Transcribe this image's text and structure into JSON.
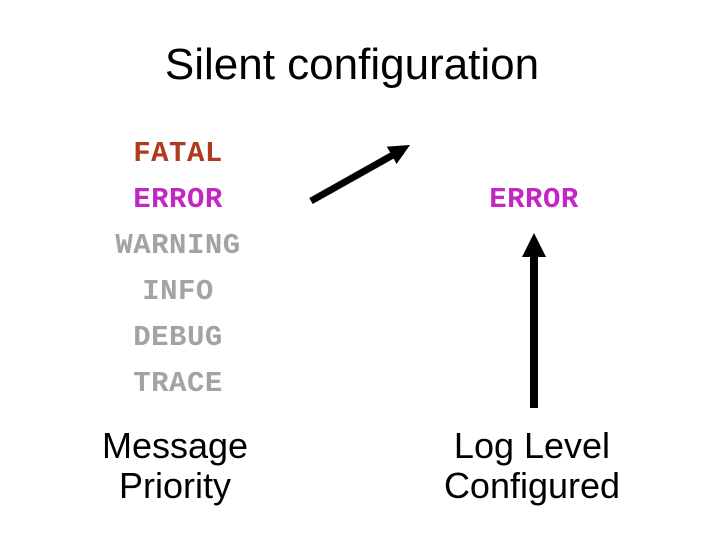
{
  "slide": {
    "title": "Silent configuration",
    "background_color": "#ffffff",
    "text_color": "#000000"
  },
  "levels": {
    "items": [
      {
        "label": "FATAL",
        "color": "#ae3b1e"
      },
      {
        "label": "ERROR",
        "color": "#c327c3"
      },
      {
        "label": "WARNING",
        "color": "#a3a3a3"
      },
      {
        "label": "INFO",
        "color": "#a3a3a3"
      },
      {
        "label": "DEBUG",
        "color": "#a3a3a3"
      },
      {
        "label": "TRACE",
        "color": "#a3a3a3"
      }
    ],
    "caption": "Message\nPriority"
  },
  "configured": {
    "label": "ERROR",
    "color": "#c327c3",
    "caption": "Log Level\nConfigured"
  },
  "arrows": {
    "color": "#000000",
    "diagonal_icon": "diagonal-up-right-arrow-icon",
    "vertical_icon": "up-arrow-icon"
  }
}
